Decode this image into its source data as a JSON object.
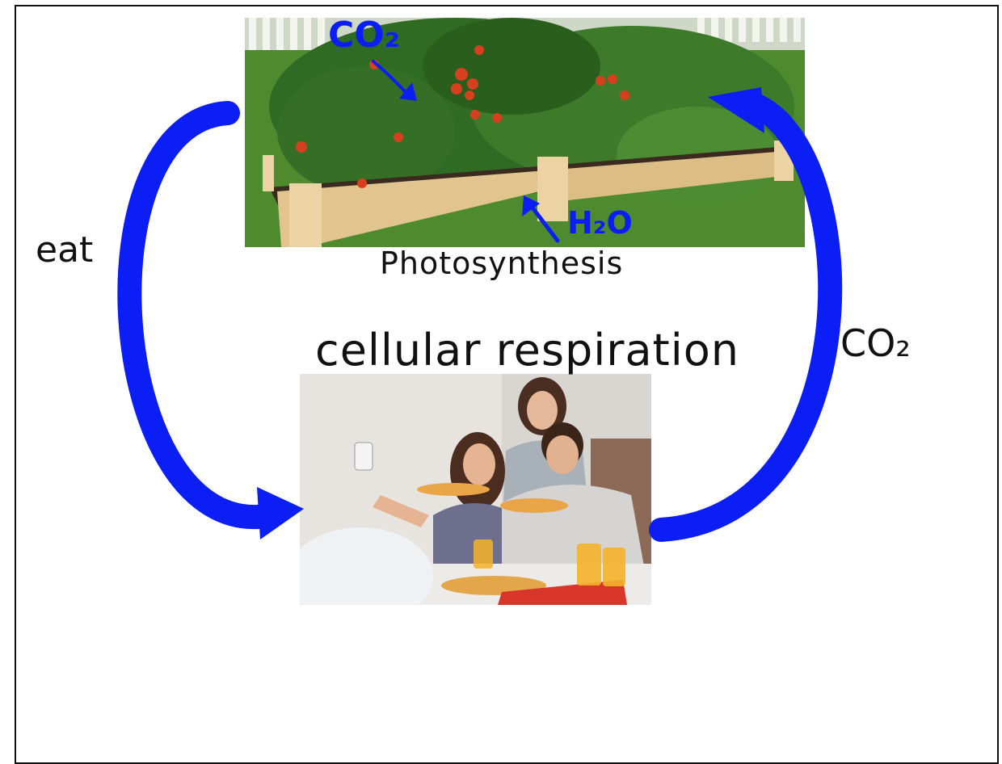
{
  "labels": {
    "photo_co2": "CO₂",
    "photo_h2o": "H₂O",
    "photosynthesis": "Photosynthesis",
    "cellular_respiration": "cellular respiration",
    "eat": "eat",
    "co2": "CO₂"
  },
  "colors": {
    "arrow": "#0a1ef5",
    "ink": "#111111",
    "garden_grass": "#4e8a2e",
    "wood": "#e2c48f"
  }
}
